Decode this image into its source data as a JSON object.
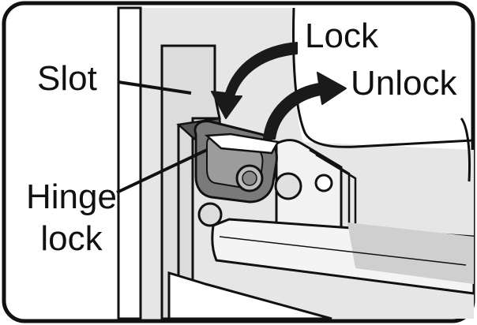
{
  "figure": {
    "labels": {
      "slot": "Slot",
      "hinge_line1": "Hinge",
      "hinge_line2": "lock",
      "lock": "Lock",
      "unlock": "Unlock"
    },
    "colors": {
      "outline": "#111111",
      "panel_shade": "#e6e6e6",
      "hinge_body": "#7a7a7a",
      "arrow_fill": "#1a1a1a"
    },
    "icons": {
      "lock_arrow": "curved-arrow-left-icon",
      "unlock_arrow": "curved-arrow-right-icon"
    }
  }
}
